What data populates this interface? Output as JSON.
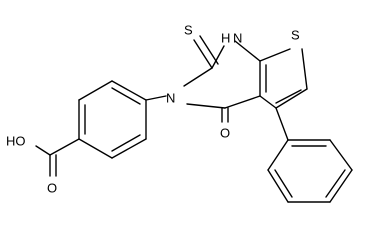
{
  "molecule": {
    "atoms": {
      "oh": "HO",
      "o_carbonyl": "O",
      "nh": "H",
      "nh_n": "N",
      "n3": "N",
      "s_thione": "S",
      "s_ring": "S",
      "o_ring_carbonyl": "O"
    },
    "colors": {
      "ink": "#000000",
      "background": "#ffffff"
    }
  }
}
